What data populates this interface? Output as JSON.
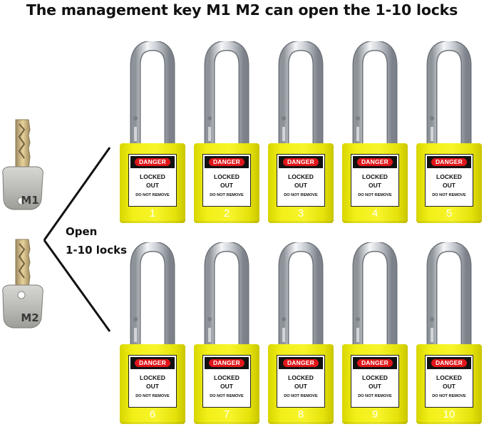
{
  "title": "The management key M1 M2 can open the 1-10 locks",
  "keys": [
    {
      "label": "M1"
    },
    {
      "label": "M2"
    }
  ],
  "open_label": {
    "line1": "Open",
    "line2": "1-10 locks"
  },
  "lock_label": {
    "danger": "DANGER",
    "locked": "LOCKED",
    "out": "OUT",
    "do_not_remove": "DO NOT REMOVE"
  },
  "locks": [
    {
      "number": "1"
    },
    {
      "number": "2"
    },
    {
      "number": "3"
    },
    {
      "number": "4"
    },
    {
      "number": "5"
    },
    {
      "number": "6"
    },
    {
      "number": "7"
    },
    {
      "number": "8"
    },
    {
      "number": "9"
    },
    {
      "number": "10"
    }
  ],
  "colors": {
    "lock_body": "#f2ef18",
    "danger_red": "#e0161b",
    "shackle_steel": "#c8ccd2",
    "key_metal": "#b8b8b4",
    "key_brass": "#d8b56a"
  }
}
